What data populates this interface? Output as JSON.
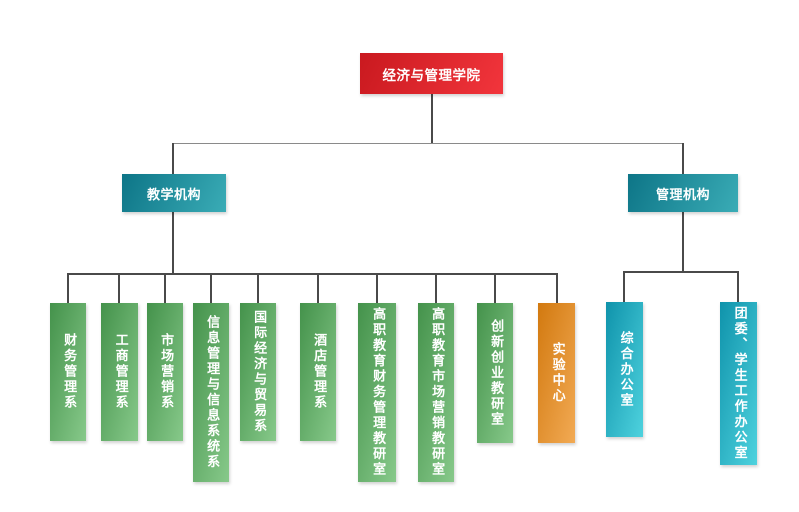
{
  "org": {
    "root": {
      "label": "经济与管理学院"
    },
    "branches": [
      {
        "label": "教学机构",
        "children": [
          {
            "label": "财务管理系",
            "color": "green"
          },
          {
            "label": "工商管理系",
            "color": "green"
          },
          {
            "label": "市场营销系",
            "color": "green"
          },
          {
            "label": "信息管理与信息系统系",
            "color": "green"
          },
          {
            "label": "国际经济与贸易系",
            "color": "green"
          },
          {
            "label": "酒店管理系",
            "color": "green"
          },
          {
            "label": "高职教育财务管理教研室",
            "color": "green"
          },
          {
            "label": "高职教育市场营销教研室",
            "color": "green"
          },
          {
            "label": "创新创业教研室",
            "color": "green"
          },
          {
            "label": "实验中心",
            "color": "orange"
          }
        ]
      },
      {
        "label": "管理机构",
        "children": [
          {
            "label": "综合办公室",
            "color": "cyan"
          },
          {
            "label": "团委、学生工作办公室",
            "color": "cyan"
          }
        ]
      }
    ],
    "colors": {
      "root-a": "#c9191f",
      "root-b": "#f2353c",
      "branch-a": "#0d7587",
      "branch-b": "#3aacb6",
      "unit-a": "#44924b",
      "unit-b": "#87c98a",
      "special-a": "#d2790f",
      "special-b": "#f2aa54",
      "office-a": "#0f93ab",
      "office-b": "#4ed2de",
      "line": "#4a4a4a",
      "line-top": "#8a8a8a"
    }
  }
}
